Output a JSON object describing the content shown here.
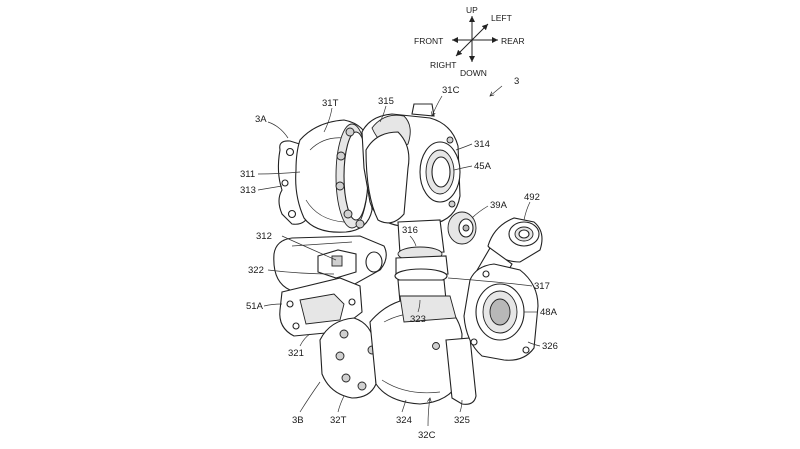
{
  "compass": {
    "up": "UP",
    "down": "DOWN",
    "left": "LEFT",
    "right": "RIGHT",
    "front": "FRONT",
    "rear": "REAR"
  },
  "labels": {
    "l3": "3",
    "l3A": "3A",
    "l31T": "31T",
    "l315": "315",
    "l31C": "31C",
    "l314": "314",
    "l45A": "45A",
    "l311": "311",
    "l313": "313",
    "l39A": "39A",
    "l492": "492",
    "l316": "316",
    "l312": "312",
    "l322": "322",
    "l317": "317",
    "l51A": "51A",
    "l323": "323",
    "l48A": "48A",
    "l326": "326",
    "l321": "321",
    "l3B": "3B",
    "l32T": "32T",
    "l324": "324",
    "l325": "325",
    "l32C": "32C"
  }
}
